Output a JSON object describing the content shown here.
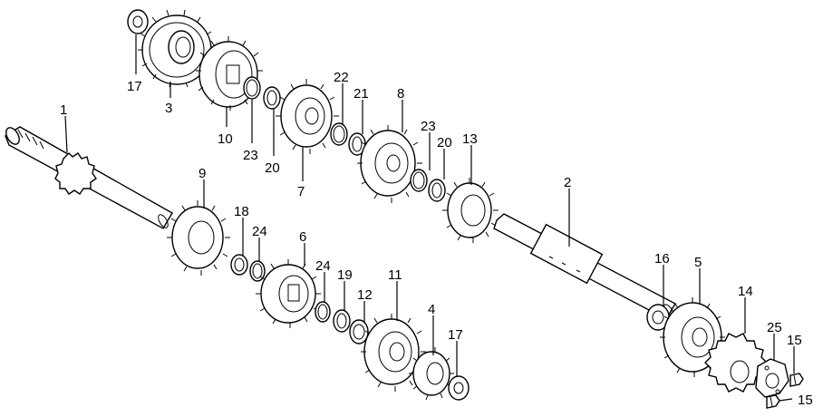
{
  "callouts": [
    "1",
    "2",
    "3",
    "4",
    "5",
    "6",
    "7",
    "8",
    "9",
    "10",
    "11",
    "12",
    "13",
    "14",
    "15",
    "15",
    "16",
    "17",
    "17",
    "18",
    "19",
    "20",
    "20",
    "21",
    "22",
    "23",
    "23",
    "24",
    "24",
    "25"
  ],
  "colors": {
    "line": "#000000",
    "background": "#ffffff"
  }
}
